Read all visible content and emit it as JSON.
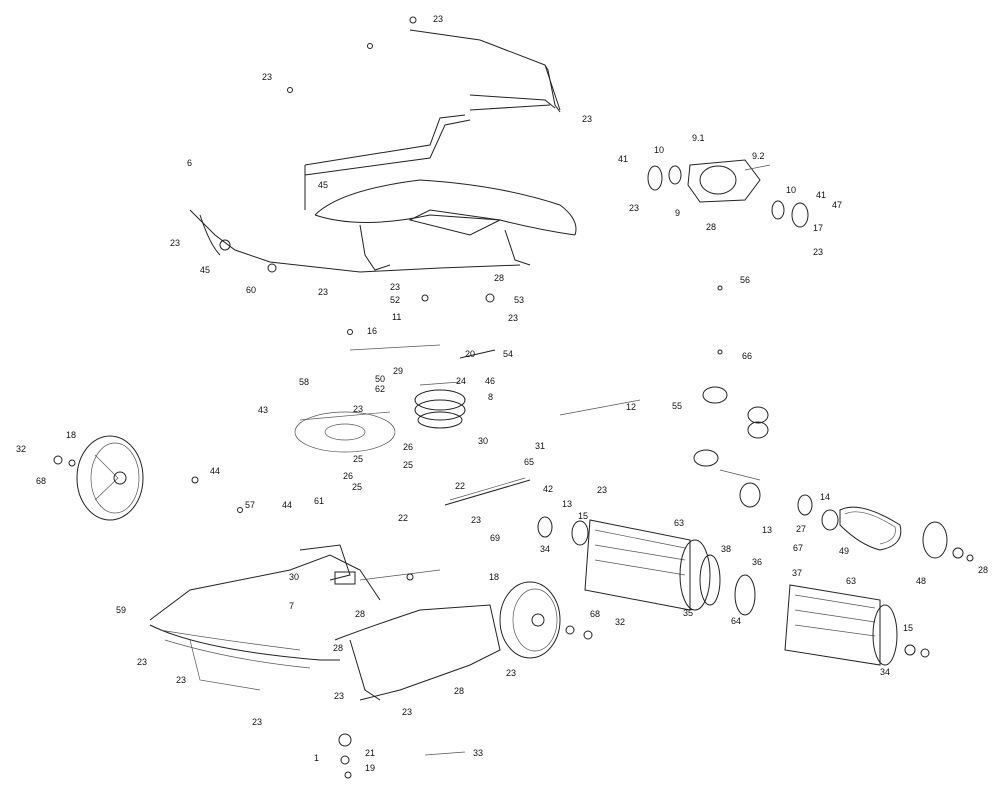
{
  "diagram": {
    "type": "exploded-parts-diagram",
    "line_color": "#222222",
    "background": "#ffffff"
  },
  "labels": [
    "23",
    "23",
    "23",
    "6",
    "45",
    "23",
    "45",
    "60",
    "23",
    "23",
    "52",
    "53",
    "23",
    "11",
    "16",
    "20",
    "54",
    "58",
    "50",
    "62",
    "29",
    "24",
    "46",
    "8",
    "43",
    "23",
    "32",
    "18",
    "68",
    "26",
    "25",
    "30",
    "31",
    "25",
    "65",
    "26",
    "44",
    "22",
    "42",
    "57",
    "44",
    "61",
    "25",
    "22",
    "23",
    "23",
    "13",
    "69",
    "15",
    "34",
    "63",
    "12",
    "55",
    "56",
    "66",
    "41",
    "10",
    "9.1",
    "9.2",
    "23",
    "9",
    "28",
    "10",
    "41",
    "47",
    "17",
    "23",
    "28",
    "14",
    "27",
    "67",
    "49",
    "13",
    "38",
    "36",
    "37",
    "63",
    "35",
    "64",
    "48",
    "28",
    "15",
    "34",
    "30",
    "18",
    "7",
    "28",
    "59",
    "23",
    "28",
    "23",
    "68",
    "32",
    "23",
    "23",
    "28",
    "23",
    "23",
    "1",
    "21",
    "19",
    "33"
  ]
}
